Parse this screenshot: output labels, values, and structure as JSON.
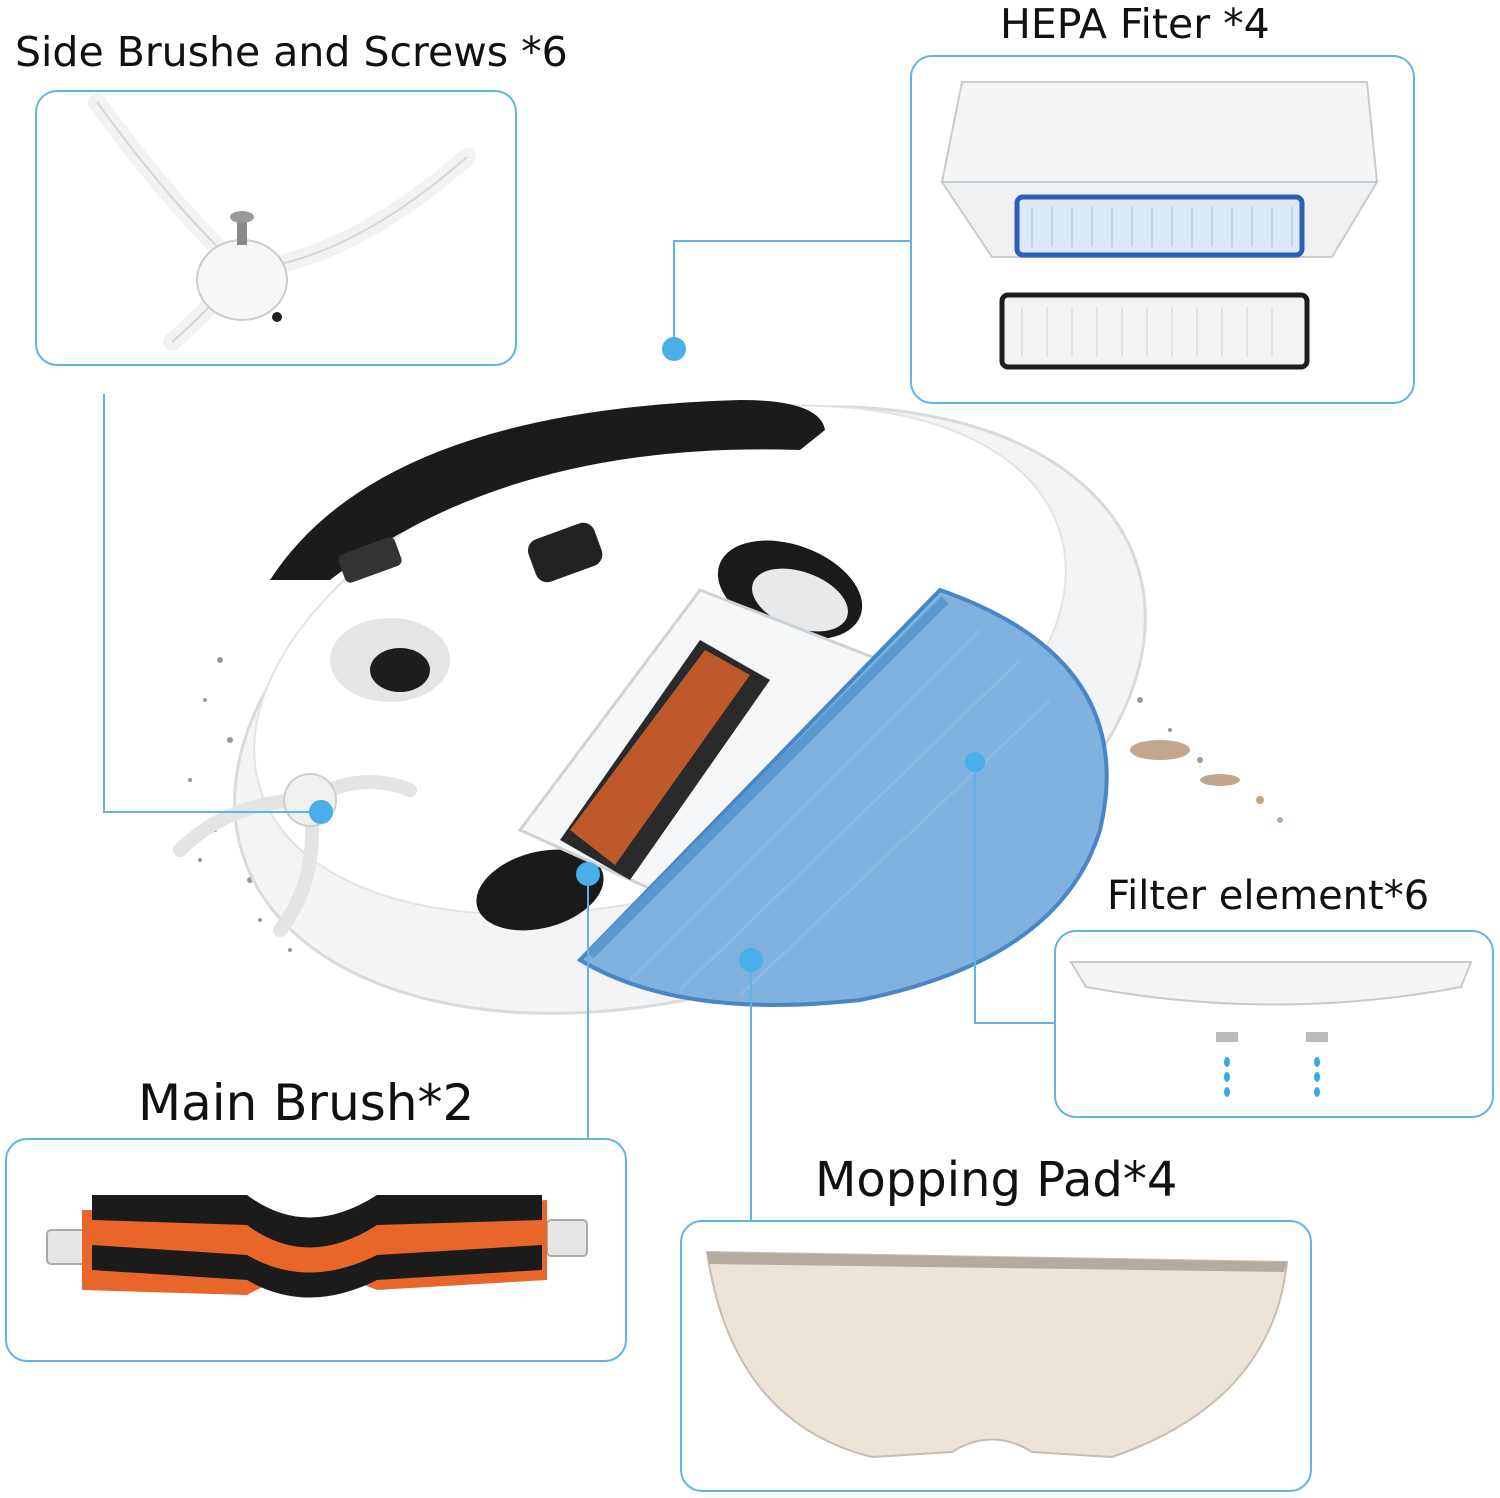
{
  "labels": {
    "side_brush": "Side Brushe and Screws *6",
    "hepa_filter": "HEPA Fiter *4",
    "filter_element": "Filter element*6",
    "main_brush": "Main Brush*2",
    "mopping_pad": "Mopping Pad*4"
  },
  "colors": {
    "callout_line": "#5fb4e6",
    "callout_dot": "#4aaee8",
    "mop_blue": "#7fb2de",
    "brush_orange": "#e8662a",
    "hepa_blue": "#2f5fb5"
  },
  "icons": [
    "robot-vacuum-illustration",
    "side-brush-image",
    "hepa-filter-image",
    "filter-element-image",
    "main-brush-image",
    "mopping-pad-image"
  ]
}
